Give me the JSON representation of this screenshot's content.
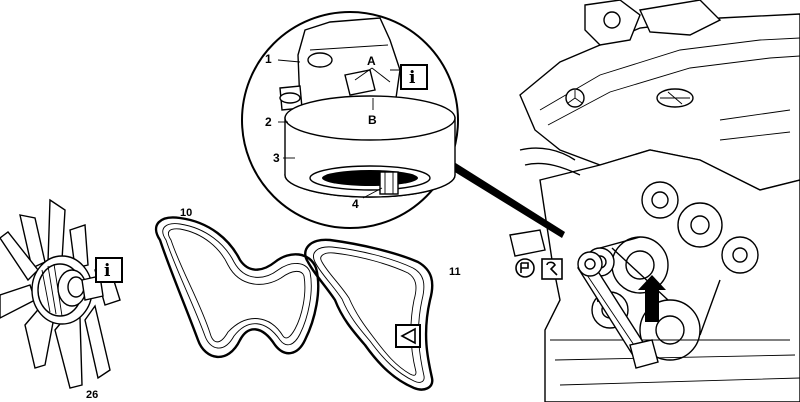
{
  "callouts": {
    "c1": "1",
    "cA": "A",
    "c2": "2",
    "cB": "B",
    "c3": "3",
    "c4": "4",
    "c10": "10",
    "c11": "11",
    "c26": "26"
  },
  "symbols": {
    "info_top": "i",
    "info_fan": "i",
    "info_top_icon": "info-icon",
    "info_fan_icon": "info-icon",
    "tool_icon": "tensioner-tool-icon",
    "warning_icon": "belt-routing-warning-icon",
    "socket_icon": "socket-wrench-icon"
  },
  "colors": {
    "line": "#000000",
    "background": "#ffffff"
  }
}
